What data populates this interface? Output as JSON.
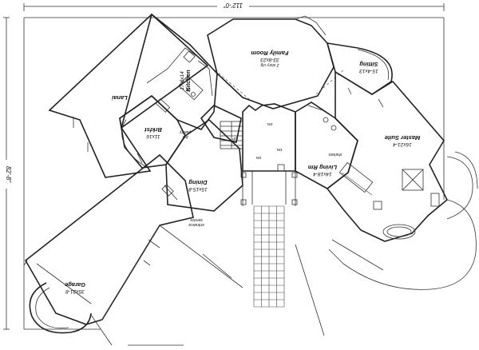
{
  "overall": {
    "width": "112'-0\"",
    "depth": "82'-8\""
  },
  "rooms": {
    "family": {
      "name": "Family Room",
      "dim": "33-8x23",
      "note": "2 story clg"
    },
    "sitting": {
      "name": "Sitting",
      "dim": "15-4x13"
    },
    "kitchen": {
      "name": "Kitchen",
      "dim": "17-8x14"
    },
    "lanai": {
      "name": "Lanai"
    },
    "brkfst": {
      "name": "Brkfst",
      "dim": "11x16"
    },
    "master": {
      "name": "Master Suite",
      "dim": "16x21-4"
    },
    "living": {
      "name": "Living Rm",
      "dim": "14x18-4"
    },
    "dining": {
      "name": "Dining",
      "dim": "15x15-8"
    },
    "garage": {
      "name": "Garage",
      "dim": "35x21-8"
    }
  },
  "notes": {
    "service": "service",
    "entrance": "entrance",
    "pantry": "pantry",
    "bar": "bar",
    "shelves": "shelves",
    "up": "UP",
    "dn1": "DN",
    "dn2": "DN",
    "dn3": "DN"
  }
}
